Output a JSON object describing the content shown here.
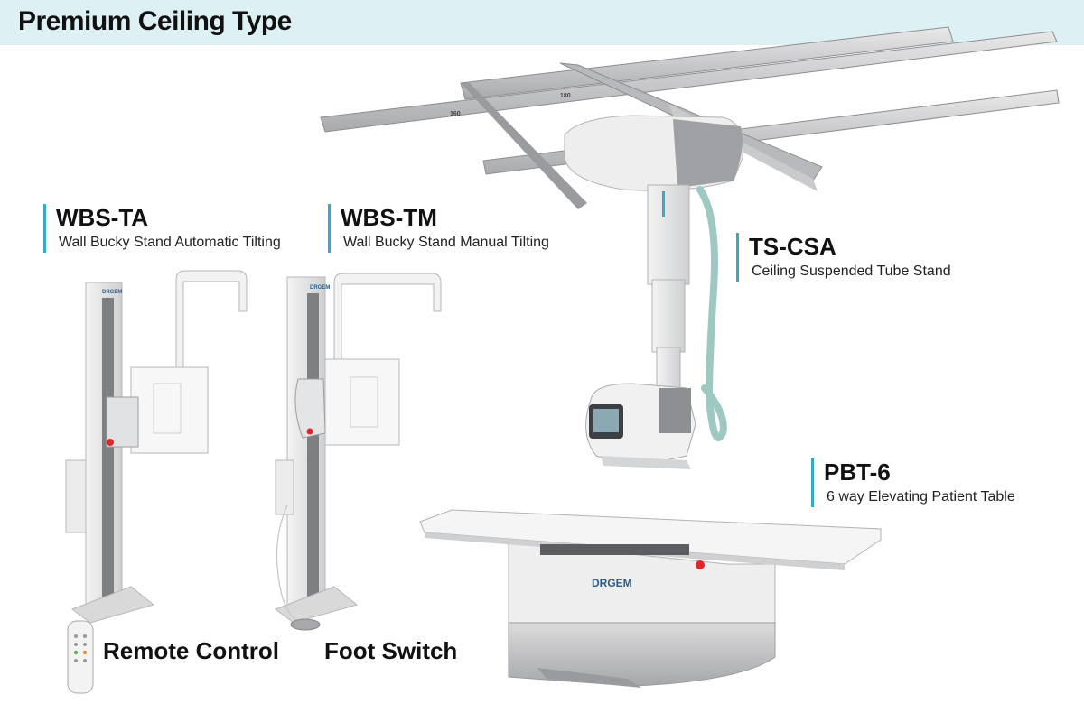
{
  "header": {
    "title": "Premium Ceiling Type"
  },
  "products": {
    "wbs_ta": {
      "name": "WBS-TA",
      "desc": "Wall Bucky Stand Automatic Tilting"
    },
    "wbs_tm": {
      "name": "WBS-TM",
      "desc": "Wall Bucky Stand Manual Tilting"
    },
    "ts_csa": {
      "name": "TS-CSA",
      "desc": "Ceiling Suspended Tube Stand"
    },
    "pbt_6": {
      "name": "PBT-6",
      "desc": "6 way Elevating Patient Table"
    }
  },
  "accessories": {
    "remote": "Remote Control",
    "foot": "Foot Switch"
  },
  "brand": {
    "logo": "DRGEM",
    "accent": "#3aa7c4",
    "safety_red": "#e0262b"
  },
  "rail_markings": {
    "a": "160",
    "b": "180"
  }
}
